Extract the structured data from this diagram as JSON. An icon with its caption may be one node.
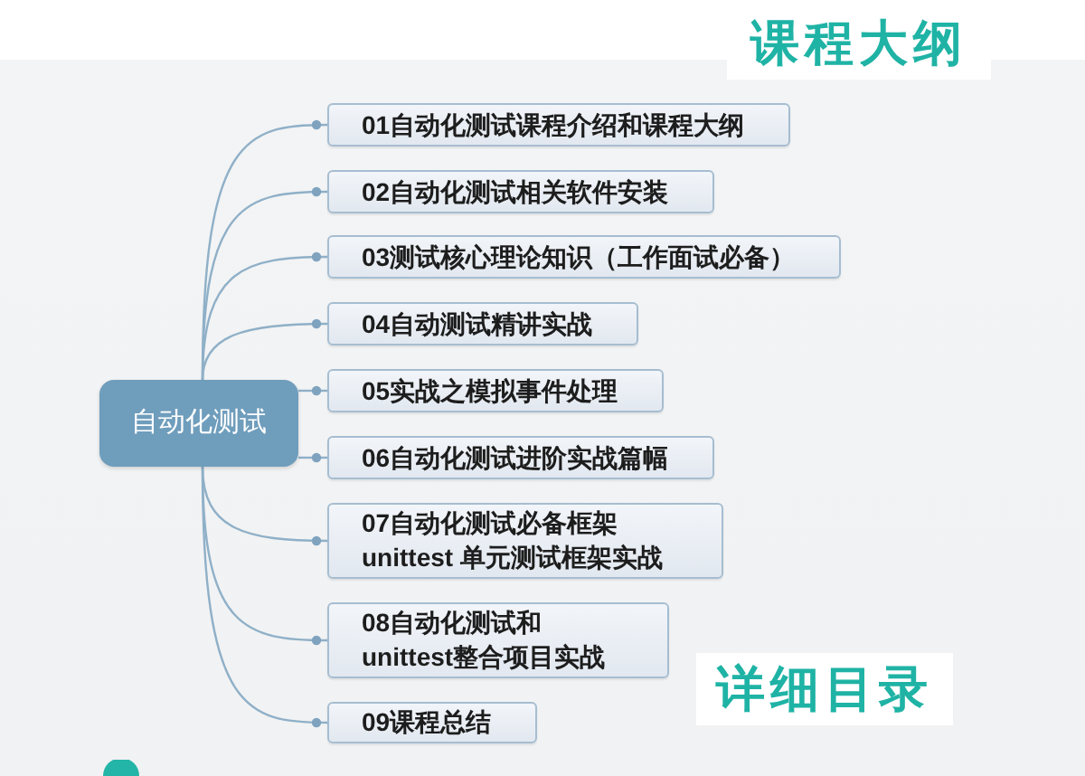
{
  "diagram": {
    "nodes": [
      {
        "text": [
          "自动化测试"
        ]
      },
      {
        "text": [
          "01自动化测试课程介绍和课程大纲"
        ]
      },
      {
        "text": [
          "02自动化测试相关软件安装"
        ]
      },
      {
        "text": [
          "03测试核心理论知识（工作面试必备）"
        ]
      },
      {
        "text": [
          "04自动测试精讲实战"
        ]
      },
      {
        "text": [
          "05实战之模拟事件处理"
        ]
      },
      {
        "text": [
          "06自动化测试进阶实战篇幅"
        ]
      },
      {
        "text": [
          "07自动化测试必备框架unittest 单元测试框架实战"
        ]
      },
      {
        "text": [
          "08自动化测试和unittest整合项目实战"
        ]
      },
      {
        "text": [
          "09课程总结"
        ]
      }
    ],
    "edges": [
      {
        "from": 0,
        "to": 1,
        "arrow": "other"
      },
      {
        "from": 0,
        "to": 2,
        "arrow": "other"
      },
      {
        "from": 0,
        "to": 3,
        "arrow": "other"
      },
      {
        "from": 0,
        "to": 4,
        "arrow": "other"
      },
      {
        "from": 0,
        "to": 5,
        "arrow": "other"
      },
      {
        "from": 0,
        "to": 6,
        "arrow": "other"
      },
      {
        "from": 0,
        "to": 7,
        "arrow": "other"
      },
      {
        "from": 0,
        "to": 8,
        "arrow": "other"
      },
      {
        "from": 0,
        "to": 9,
        "arrow": "other"
      }
    ],
    "labels": [
      "课程大纲",
      "详细目录"
    ]
  }
}
